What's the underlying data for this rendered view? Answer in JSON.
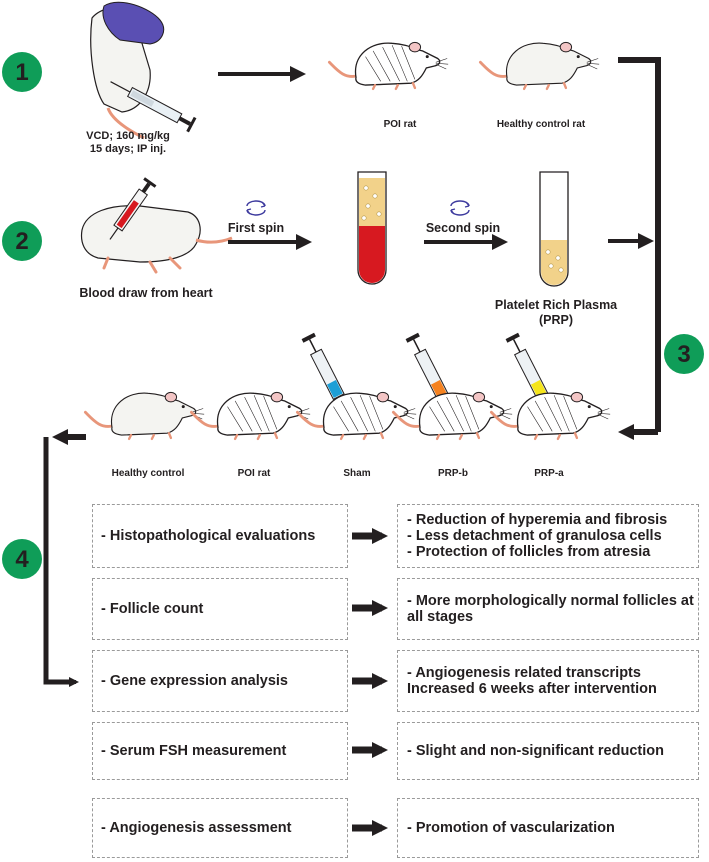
{
  "steps": [
    "1",
    "2",
    "3",
    "4"
  ],
  "row1": {
    "vcd_line1": "VCD; 160 mg/kg",
    "vcd_line2": "15 days; IP inj.",
    "poi_rat": "POI rat",
    "healthy_rat": "Healthy control rat"
  },
  "row2": {
    "blood_draw": "Blood draw from heart",
    "first_spin": "First spin",
    "second_spin": "Second spin",
    "prp_line1": "Platelet Rich Plasma",
    "prp_line2": "(PRP)"
  },
  "groups": [
    {
      "label": "Healthy control"
    },
    {
      "label": "POI rat"
    },
    {
      "label": "Sham",
      "syringe_fluid": "#1e9fd6"
    },
    {
      "label": "PRP-b",
      "syringe_fluid": "#f58220"
    },
    {
      "label": "PRP-a",
      "syringe_fluid": "#f5e51c"
    }
  ],
  "evaluations": [
    {
      "analysis": "- Histopathological evaluations",
      "findings": [
        "- Reduction of hyperemia and fibrosis",
        "- Less detachment of granulosa cells",
        "- Protection of follicles from atresia"
      ]
    },
    {
      "analysis": "- Follicle count",
      "findings": [
        "- More morphologically normal follicles at all stages"
      ]
    },
    {
      "analysis": "- Gene expression analysis",
      "findings": [
        "- Angiogenesis related transcripts Increased 6 weeks after intervention"
      ]
    },
    {
      "analysis": "- Serum FSH measurement",
      "findings": [
        "- Slight and non-significant reduction"
      ]
    },
    {
      "analysis": "- Angiogenesis assessment",
      "findings": [
        "- Promotion of vascularization"
      ]
    }
  ],
  "colors": {
    "step_circle": "#0f9d58",
    "blood": "#d71920",
    "plasma": "#f2d28a",
    "glove": "#5a4fb3",
    "rat_tail": "#e8967a",
    "arrow": "#231f20"
  }
}
